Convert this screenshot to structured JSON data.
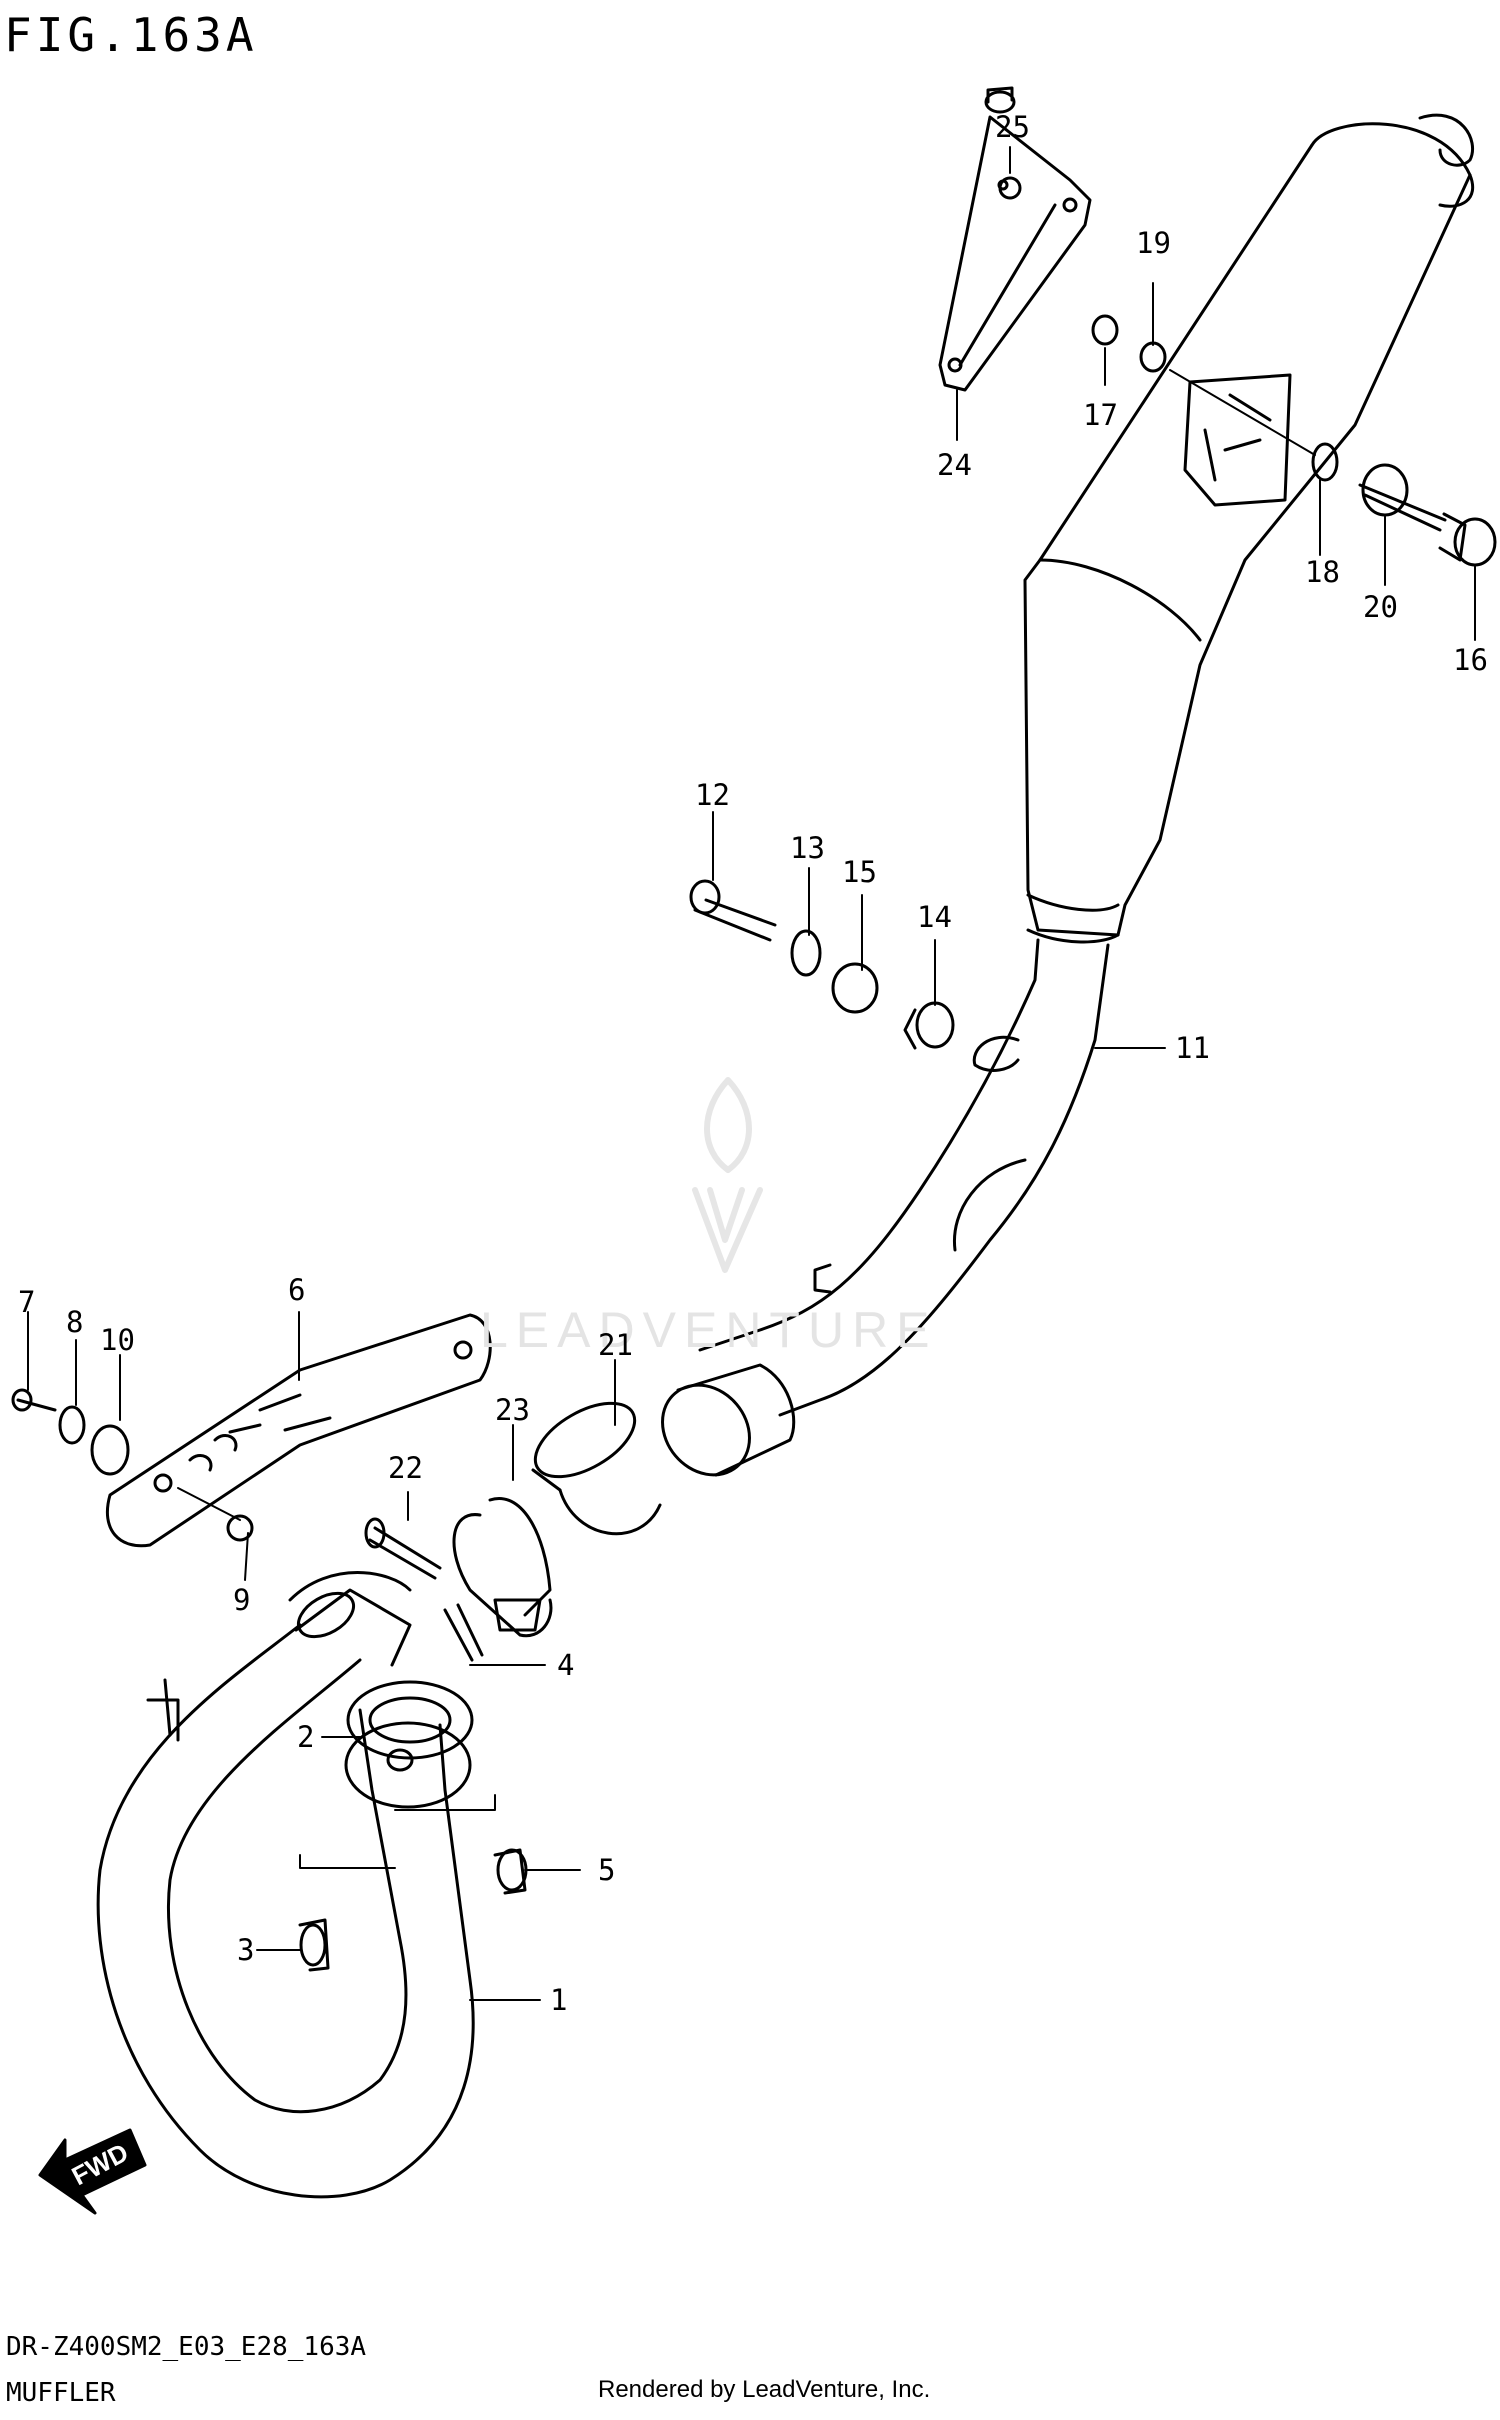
{
  "figure": {
    "title": "FIG.163A"
  },
  "footer": {
    "model_code": "DR-Z400SM2_E03_E28_163A",
    "group_name": "MUFFLER",
    "credit": "Rendered by LeadVenture, Inc."
  },
  "watermark": {
    "text": "LEADVENTURE"
  },
  "direction": {
    "label": "FWD"
  },
  "callouts": [
    {
      "id": "c1",
      "label": "1"
    },
    {
      "id": "c2",
      "label": "2"
    },
    {
      "id": "c3",
      "label": "3"
    },
    {
      "id": "c4",
      "label": "4"
    },
    {
      "id": "c5",
      "label": "5"
    },
    {
      "id": "c6",
      "label": "6"
    },
    {
      "id": "c7",
      "label": "7"
    },
    {
      "id": "c8",
      "label": "8"
    },
    {
      "id": "c9",
      "label": "9"
    },
    {
      "id": "c10",
      "label": "10"
    },
    {
      "id": "c11",
      "label": "11"
    },
    {
      "id": "c12",
      "label": "12"
    },
    {
      "id": "c13",
      "label": "13"
    },
    {
      "id": "c14",
      "label": "14"
    },
    {
      "id": "c15",
      "label": "15"
    },
    {
      "id": "c16",
      "label": "16"
    },
    {
      "id": "c17",
      "label": "17"
    },
    {
      "id": "c18",
      "label": "18"
    },
    {
      "id": "c19",
      "label": "19"
    },
    {
      "id": "c20",
      "label": "20"
    },
    {
      "id": "c21",
      "label": "21"
    },
    {
      "id": "c22",
      "label": "22"
    },
    {
      "id": "c23",
      "label": "23"
    },
    {
      "id": "c24",
      "label": "24"
    },
    {
      "id": "c25",
      "label": "25"
    }
  ]
}
